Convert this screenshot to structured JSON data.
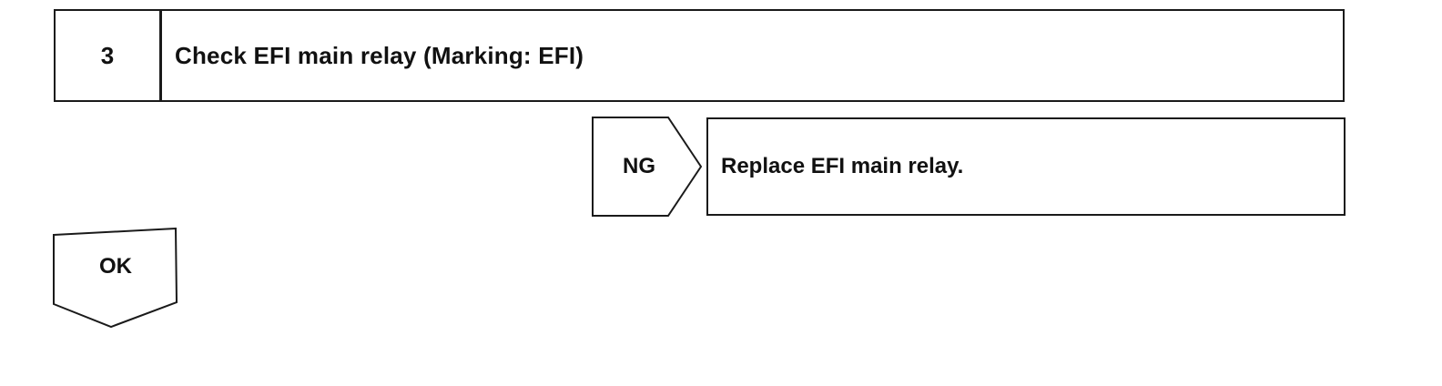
{
  "step": {
    "number": "3",
    "title": "Check EFI main relay (Marking: EFI)"
  },
  "ng_branch": {
    "label": "NG",
    "action": "Replace EFI main relay."
  },
  "ok_branch": {
    "label": "OK"
  }
}
